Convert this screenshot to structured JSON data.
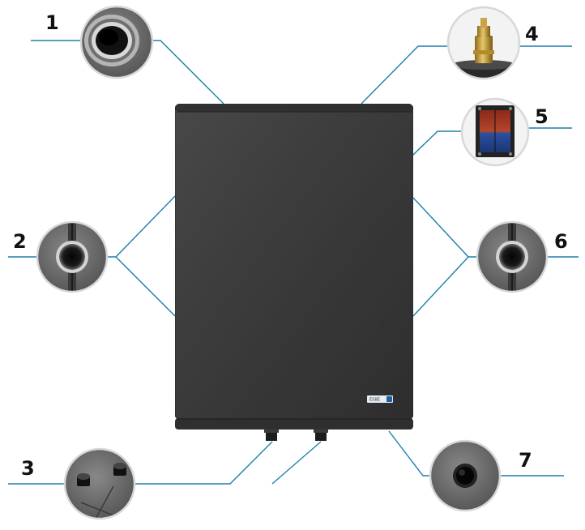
{
  "colors": {
    "leader_line": "#1d7fae",
    "device_body": "#3a3a3a",
    "device_edge": "#2a2a2a",
    "callout_text": "#111111",
    "badge_fill": "#e8eef5",
    "badge_accent": "#1f5fa8"
  },
  "device": {
    "brand_badge": "ESBE"
  },
  "callouts": [
    {
      "number": "1",
      "icon": "threaded-pipe-socket-icon"
    },
    {
      "number": "2",
      "icon": "side-pipe-port-icon"
    },
    {
      "number": "3",
      "icon": "bottom-connection-stubs-icon"
    },
    {
      "number": "4",
      "icon": "brass-air-vent-valve-icon"
    },
    {
      "number": "5",
      "icon": "plate-heat-exchanger-icon"
    },
    {
      "number": "6",
      "icon": "side-pipe-port-icon"
    },
    {
      "number": "7",
      "icon": "bottom-drain-port-icon"
    }
  ]
}
